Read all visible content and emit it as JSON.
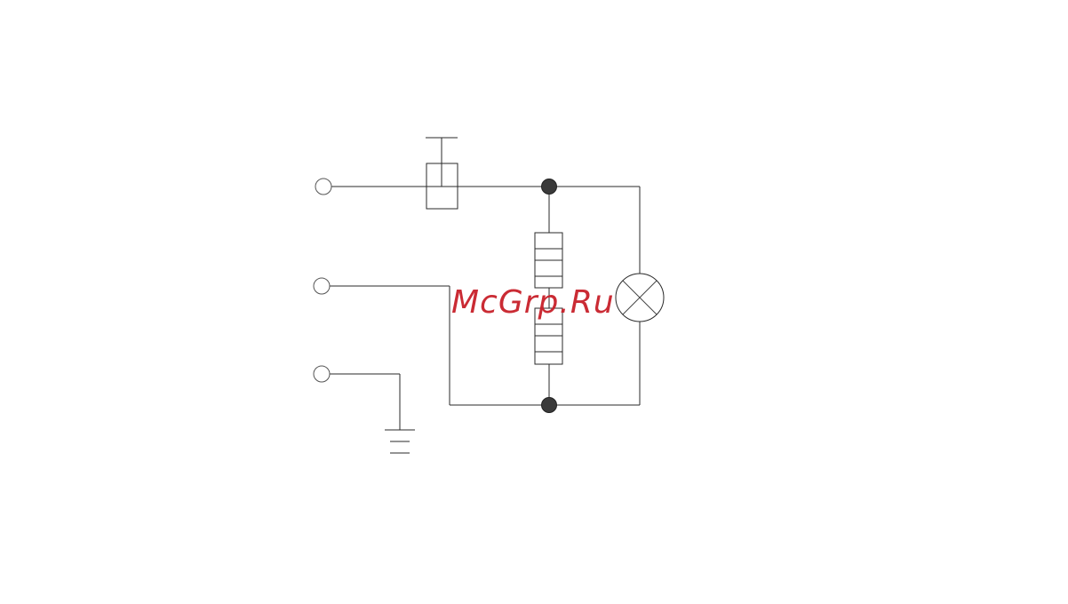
{
  "watermark": {
    "text": "McGrp.Ru"
  },
  "colors": {
    "line": "#2a2a2a",
    "junction": "#3a3a3a",
    "watermark": "#c8202a",
    "background": "#ffffff"
  },
  "diagram": {
    "components": [
      {
        "name": "terminal-1",
        "type": "terminal"
      },
      {
        "name": "terminal-2",
        "type": "terminal"
      },
      {
        "name": "terminal-3",
        "type": "terminal"
      },
      {
        "name": "push-switch",
        "type": "switch"
      },
      {
        "name": "resistor-upper",
        "type": "resistor"
      },
      {
        "name": "resistor-lower",
        "type": "resistor"
      },
      {
        "name": "lamp",
        "type": "lamp"
      },
      {
        "name": "ground",
        "type": "ground"
      },
      {
        "name": "junction-top",
        "type": "junction"
      },
      {
        "name": "junction-bottom",
        "type": "junction"
      }
    ]
  }
}
